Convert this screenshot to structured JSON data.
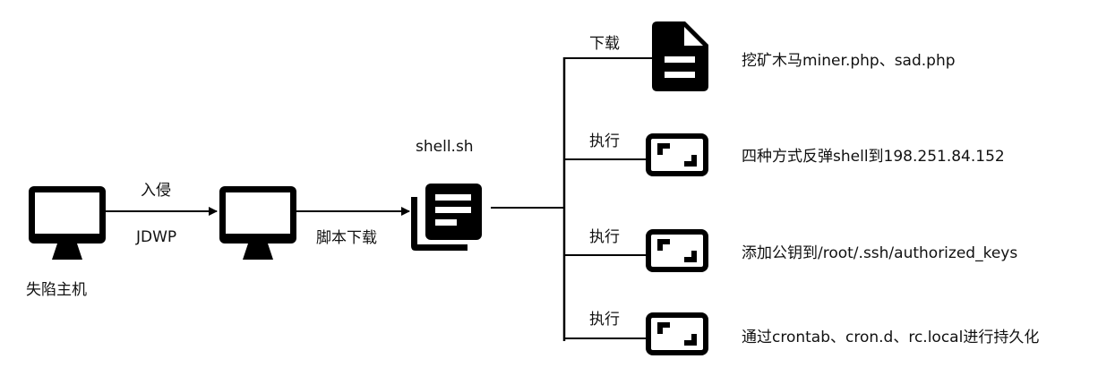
{
  "colors": {
    "ink": "#000000",
    "background": "#ffffff"
  },
  "nodes": {
    "attacker": {
      "label": "失陷主机",
      "icon": "monitor-icon"
    },
    "victim": {
      "icon": "monitor-icon"
    },
    "script": {
      "label": "shell.sh",
      "icon": "script-stack-icon"
    }
  },
  "edges": {
    "intrusion": {
      "top_label": "入侵",
      "bottom_label": "JDWP"
    },
    "download_script": {
      "label": "脚本下载"
    }
  },
  "branches": [
    {
      "edge_label": "下载",
      "icon": "file-document-icon",
      "description": "挖矿木马miner.php、sad.php"
    },
    {
      "edge_label": "执行",
      "icon": "terminal-window-icon",
      "description": "四种方式反弹shell到198.251.84.152"
    },
    {
      "edge_label": "执行",
      "icon": "terminal-window-icon",
      "description": "添加公钥到/root/.ssh/authorized_keys"
    },
    {
      "edge_label": "执行",
      "icon": "terminal-window-icon",
      "description": "通过crontab、cron.d、rc.local进行持久化"
    }
  ]
}
